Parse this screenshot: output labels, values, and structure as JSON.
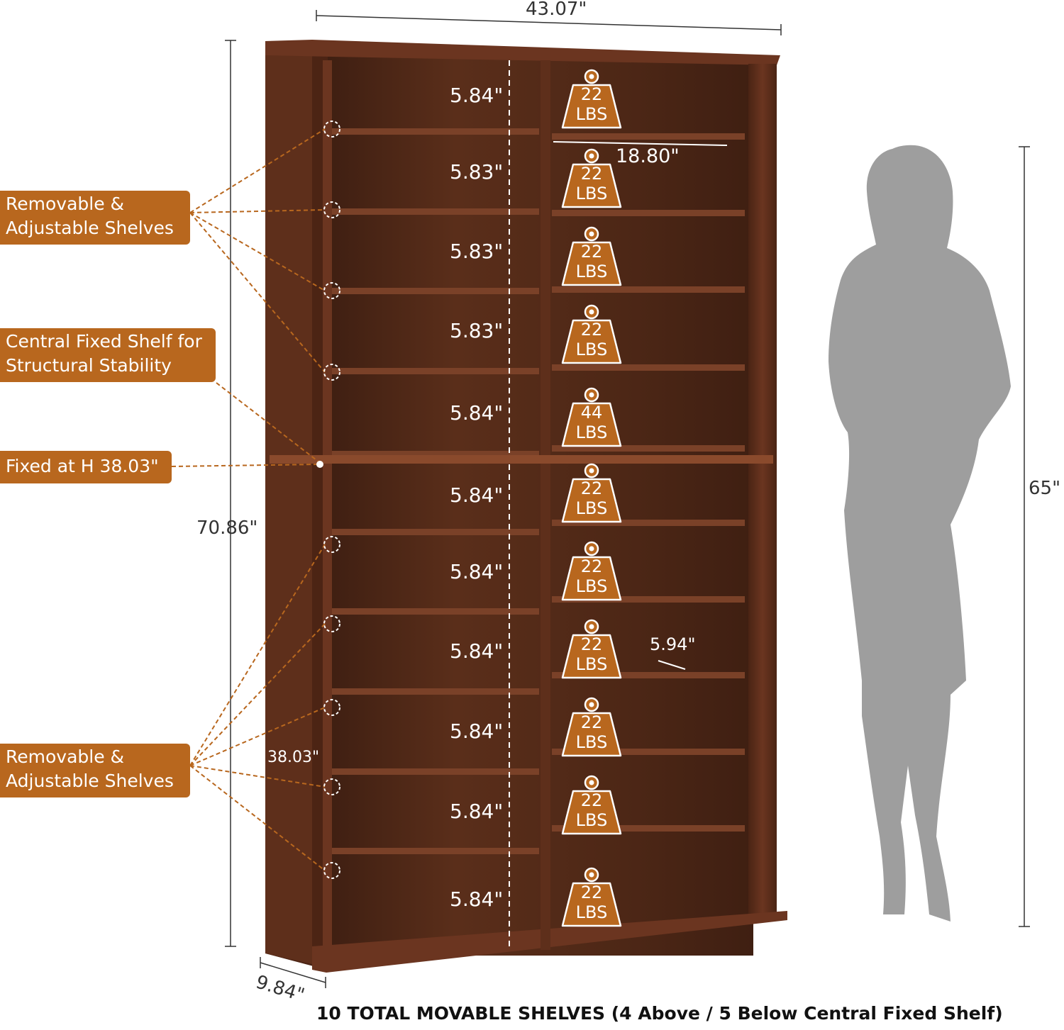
{
  "colors": {
    "wood": "#5a2e1a",
    "wood_light": "#7a4128",
    "callout": "#b8671e",
    "silhouette": "#9e9e9e"
  },
  "callouts": {
    "upper_shelves": [
      "Removable &",
      "Adjustable Shelves"
    ],
    "central_shelf": [
      "Central Fixed Shelf for",
      "Structural Stability"
    ],
    "fixed_height": "Fixed at H 38.03\"",
    "lower_shelves": [
      "Removable &",
      "Adjustable Shelves"
    ]
  },
  "dimensions": {
    "width": "43.07\"",
    "height": "70.86\"",
    "depth": "9.84\"",
    "central_height": "38.03\"",
    "shelf_width": "18.80\"",
    "shelf_depth": "5.94\"",
    "person_height": "65\""
  },
  "compartment_heights": [
    "5.84\"",
    "5.83\"",
    "5.83\"",
    "5.83\"",
    "5.84\"",
    "5.84\"",
    "5.84\"",
    "5.84\"",
    "5.84\"",
    "5.84\"",
    "5.84\""
  ],
  "load_badges": [
    [
      "22",
      "LBS"
    ],
    [
      "22",
      "LBS"
    ],
    [
      "22",
      "LBS"
    ],
    [
      "22",
      "LBS"
    ],
    [
      "44",
      "LBS"
    ],
    [
      "22",
      "LBS"
    ],
    [
      "22",
      "LBS"
    ],
    [
      "22",
      "LBS"
    ],
    [
      "22",
      "LBS"
    ],
    [
      "22",
      "LBS"
    ],
    [
      "22",
      "LBS"
    ]
  ],
  "footer": "10 TOTAL MOVABLE SHELVES (4 Above / 5 Below Central Fixed Shelf)"
}
